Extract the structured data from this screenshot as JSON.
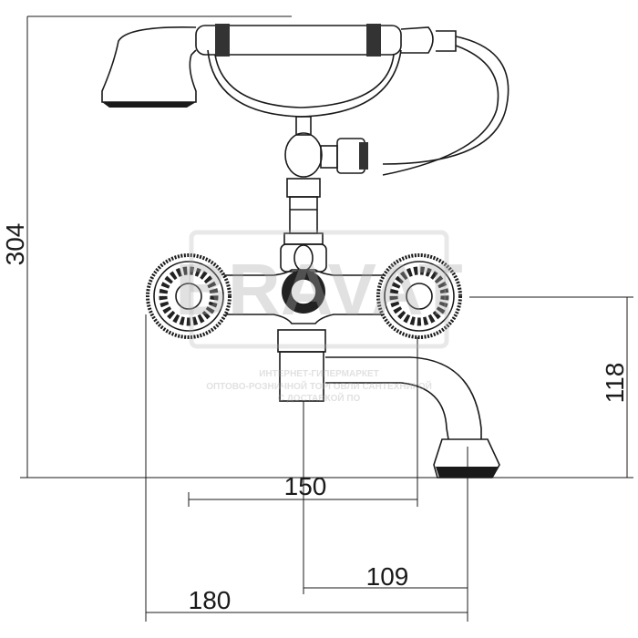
{
  "drawing": {
    "subject": "bath-shower-mixer",
    "dimensions": {
      "total_height": "304",
      "spout_height": "118",
      "handle_spacing": "150",
      "spout_reach": "109",
      "overall_width": "180"
    }
  },
  "watermark": {
    "brand": "BRAVAT",
    "line1": "ИНТЕРНЕТ-ГИПЕРМАРКЕТ",
    "line2": "ОПТОВО-РОЗНИЧНОЙ ТОРГОВЛИ САНТЕХНИКОЙ",
    "line3": "С ДОСТАВКОЙ ПО"
  }
}
